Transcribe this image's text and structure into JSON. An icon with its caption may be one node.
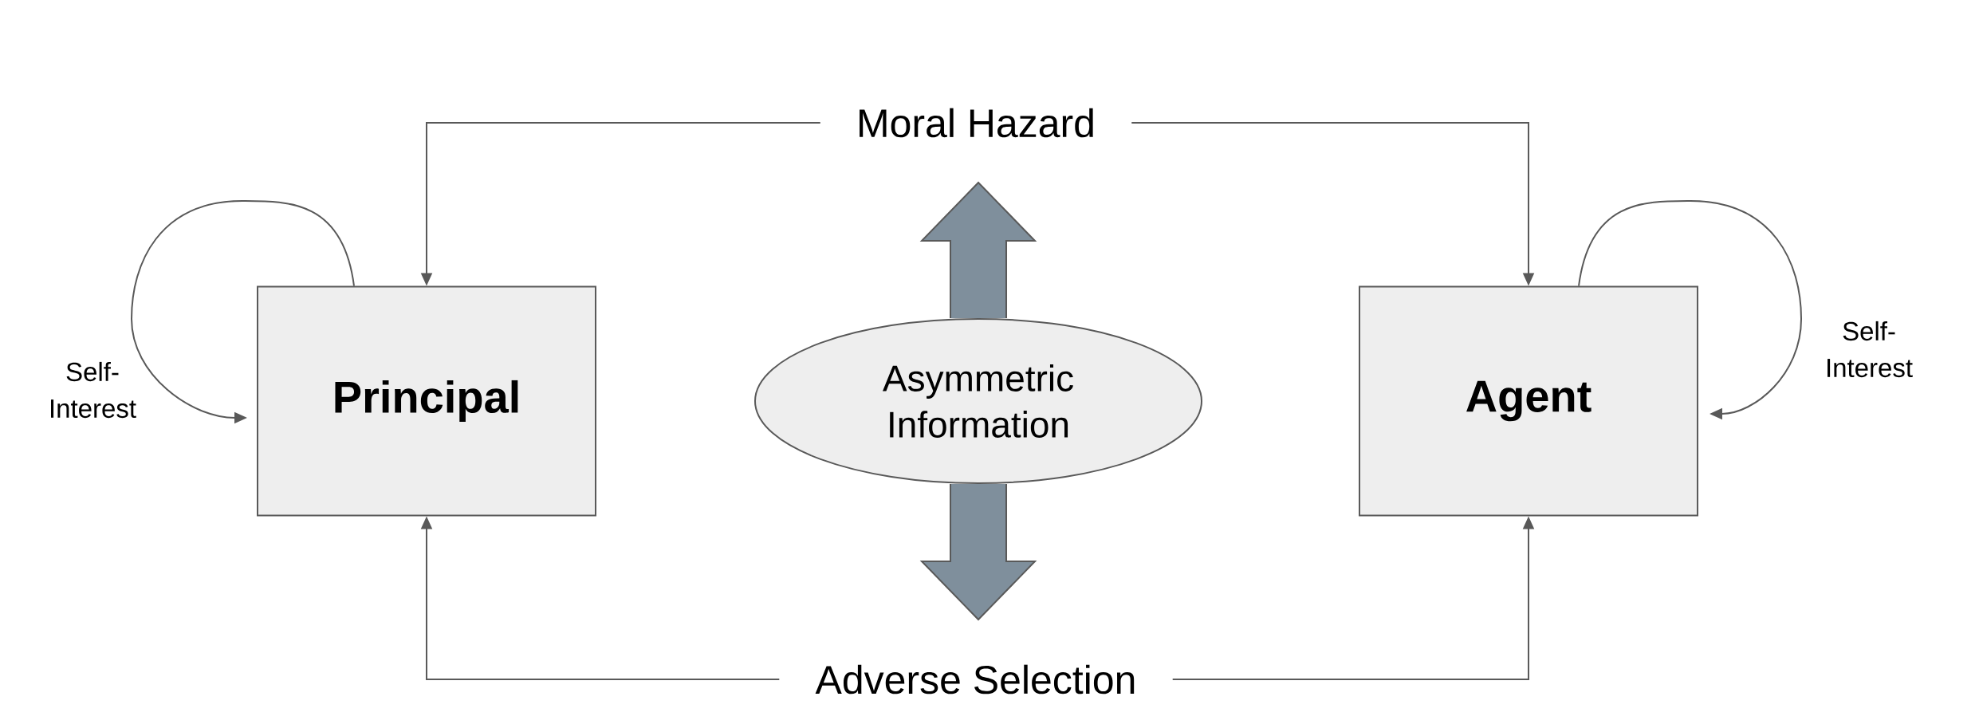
{
  "diagram": {
    "nodes": [
      {
        "text": [
          "Moral Hazard"
        ]
      },
      {
        "text": [
          "Principal"
        ]
      },
      {
        "text": [
          "Asymmetric Information"
        ]
      },
      {
        "text": [
          "Agent"
        ]
      },
      {
        "text": [
          "Adverse Selection"
        ]
      }
    ],
    "edges": [
      {
        "from": 0,
        "to": 1,
        "arrow": "to"
      },
      {
        "from": 0,
        "to": 3,
        "arrow": "to"
      },
      {
        "from": 4,
        "to": 1,
        "arrow": "to"
      },
      {
        "from": 4,
        "to": 3,
        "arrow": "to"
      },
      {
        "from": 1,
        "to": 1,
        "arrow": "to",
        "label": "Self-Interest"
      },
      {
        "from": 3,
        "to": 3,
        "arrow": "to",
        "label": "Self-Interest"
      },
      {
        "from": 2,
        "to": null,
        "arrow": "to",
        "style": "thick",
        "color": "#7f8f9c"
      },
      {
        "from": 2,
        "to": null,
        "arrow": "to",
        "style": "thick",
        "color": "#7f8f9c"
      }
    ]
  }
}
